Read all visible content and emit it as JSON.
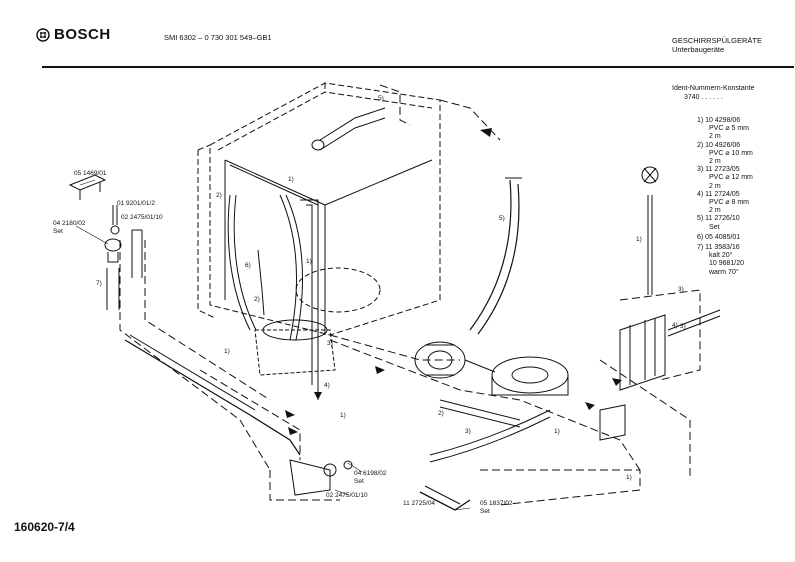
{
  "header": {
    "brand": "BOSCH",
    "doc_code": "SMI 6302 – 0 730 301 549–GB1",
    "category": "GESCHIRRSPÜLGERÄTE",
    "subcategory": "Unterbaugeräte"
  },
  "ident": {
    "label": "Ident-Nummern-Konstante",
    "value": "3740 . . . . . ."
  },
  "legend": [
    "1) 10 4298/06",
    "PVC ⌀ 5 mm",
    "2 m",
    "2) 10 4926/06",
    "PVC ⌀ 10 mm",
    "2 m",
    "3) 11 2723/05",
    "PVC ⌀ 12 mm",
    "2 m",
    "4) 11 2724/05",
    "PVC ⌀ 8 mm",
    "2 m",
    "5) 11 2726/10",
    "Set",
    "6) 05 4085/01",
    "7) 11 3583/16",
    "kalt 20°",
    "10 9681/20",
    "warm 70°"
  ],
  "part_labels": {
    "p1": "05 1469/01",
    "p2": "01 9201/01/2",
    "p3": "04 2180/02",
    "p3set": "Set",
    "p4": "02 2475/01/10",
    "p5": "04 6198/02",
    "p5set": "Set",
    "p6": "02 2475/01/10",
    "p7": "11 2725/04",
    "p8": "05 1837/02",
    "p8set": "Set"
  },
  "callouts": {
    "c1": "1)",
    "c2": "2)",
    "c3": "3)",
    "c4": "4)",
    "c5": "5)",
    "c6": "6)",
    "c7": "7)",
    "c8": "1)",
    "c9": "1)",
    "c10": "2)",
    "c11": "3)",
    "c12": "1)",
    "c13": "1)",
    "c14": "3)",
    "c15": "3)",
    "c16": "1)",
    "c17": "5)",
    "c18": "1)",
    "c19": "2)",
    "c20": "4)"
  },
  "footer": {
    "page_id": "160620-7/4"
  }
}
